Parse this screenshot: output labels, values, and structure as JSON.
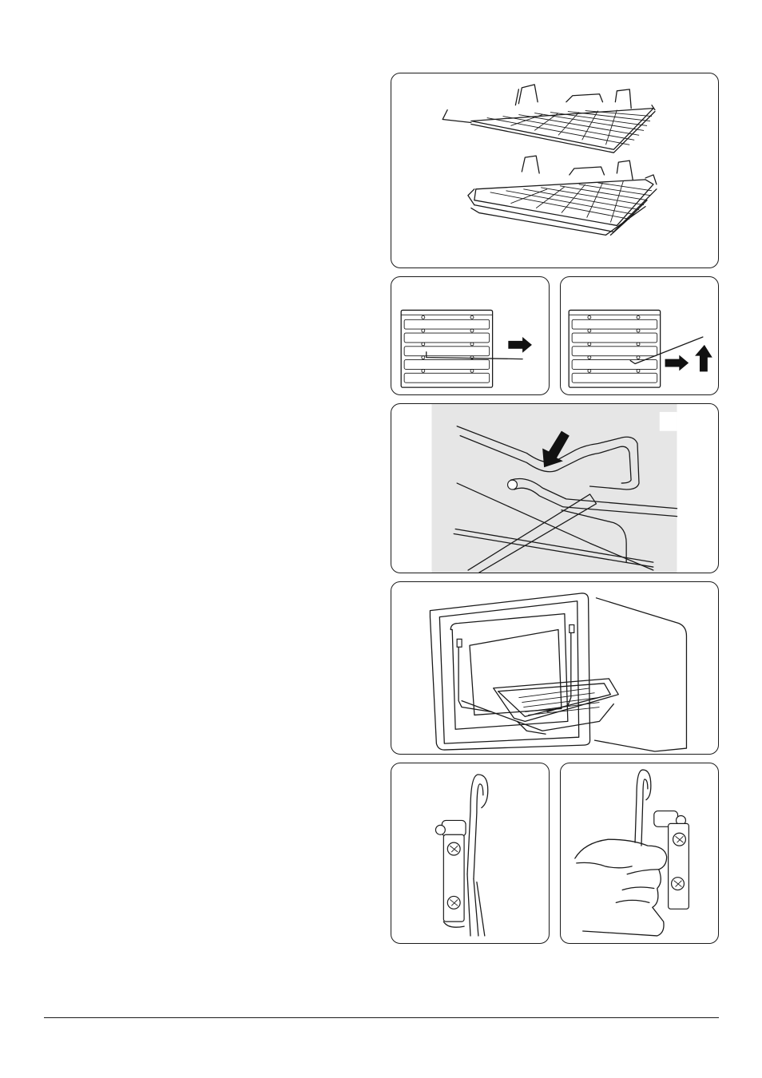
{
  "page": {
    "figures": [
      {
        "name": "shelves",
        "icon": "oven-shelves-illustration"
      },
      {
        "name": "side-rack-removal-1",
        "icon": "side-rack-pull-illustration"
      },
      {
        "name": "side-rack-removal-2",
        "icon": "side-rack-lift-illustration"
      },
      {
        "name": "shelf-stop-detail",
        "icon": "shelf-stop-illustration"
      },
      {
        "name": "grill-pan-in-oven",
        "icon": "oven-grill-pan-illustration"
      },
      {
        "name": "hook-bracket",
        "icon": "hook-bracket-illustration"
      },
      {
        "name": "hook-bracket-hand",
        "icon": "hook-bracket-hand-illustration"
      }
    ],
    "colors": {
      "line": "#1a1a1a",
      "detail_background": "#e6e6e6"
    }
  }
}
